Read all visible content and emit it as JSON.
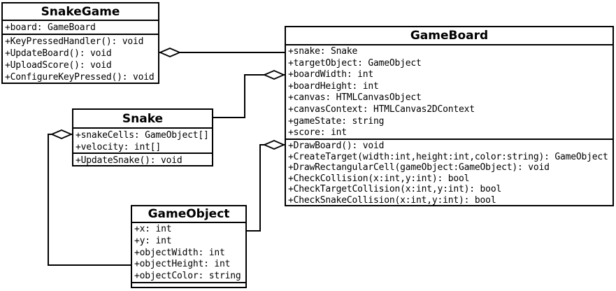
{
  "diagram": {
    "type": "uml-class-diagram",
    "colors": {
      "line": "#000000",
      "box_fill": "#ffffff",
      "text": "#000000",
      "background": "#ffffff"
    },
    "classes": [
      {
        "name": "SnakeGame",
        "attributes": [
          "+board: GameBoard"
        ],
        "methods": [
          "+KeyPressedHandler(): void",
          "+UpdateBoard(): void",
          "+UploadScore(): void",
          "+ConfigureKeyPressed(): void"
        ]
      },
      {
        "name": "GameBoard",
        "attributes": [
          "+snake: Snake",
          "+targetObject: GameObject",
          "+boardWidth: int",
          "+boardHeight: int",
          "+canvas: HTMLCanvasObject",
          "+canvasContext: HTMLCanvas2DContext",
          "+gameState: string",
          "+score: int"
        ],
        "methods": [
          "+DrawBoard(): void",
          "+CreateTarget(width:int,height:int,color:string): GameObject",
          "+DrawRectangularCell(gameObject:GameObject): void",
          "+CheckCollision(x:int,y:int): bool",
          "+CheckTargetCollision(x:int,y:int): bool",
          "+CheckSnakeCollision(x:int,y:int): bool"
        ]
      },
      {
        "name": "Snake",
        "attributes": [
          "+snakeCells: GameObject[]",
          "+velocity: int[]"
        ],
        "methods": [
          "+UpdateSnake(): void"
        ]
      },
      {
        "name": "GameObject",
        "attributes": [
          "+x: int",
          "+y: int",
          "+objectWidth: int",
          "+objectHeight: int",
          "+objectColor: string"
        ],
        "methods": []
      }
    ],
    "relationships": [
      {
        "whole": "SnakeGame",
        "part": "GameBoard",
        "type": "aggregation",
        "diamond_at": "SnakeGame"
      },
      {
        "whole": "GameBoard",
        "part": "Snake",
        "type": "aggregation",
        "diamond_at": "GameBoard"
      },
      {
        "whole": "GameBoard",
        "part": "GameObject",
        "type": "aggregation",
        "diamond_at": "GameBoard"
      },
      {
        "whole": "Snake",
        "part": "GameObject",
        "type": "aggregation",
        "diamond_at": "Snake"
      }
    ]
  }
}
